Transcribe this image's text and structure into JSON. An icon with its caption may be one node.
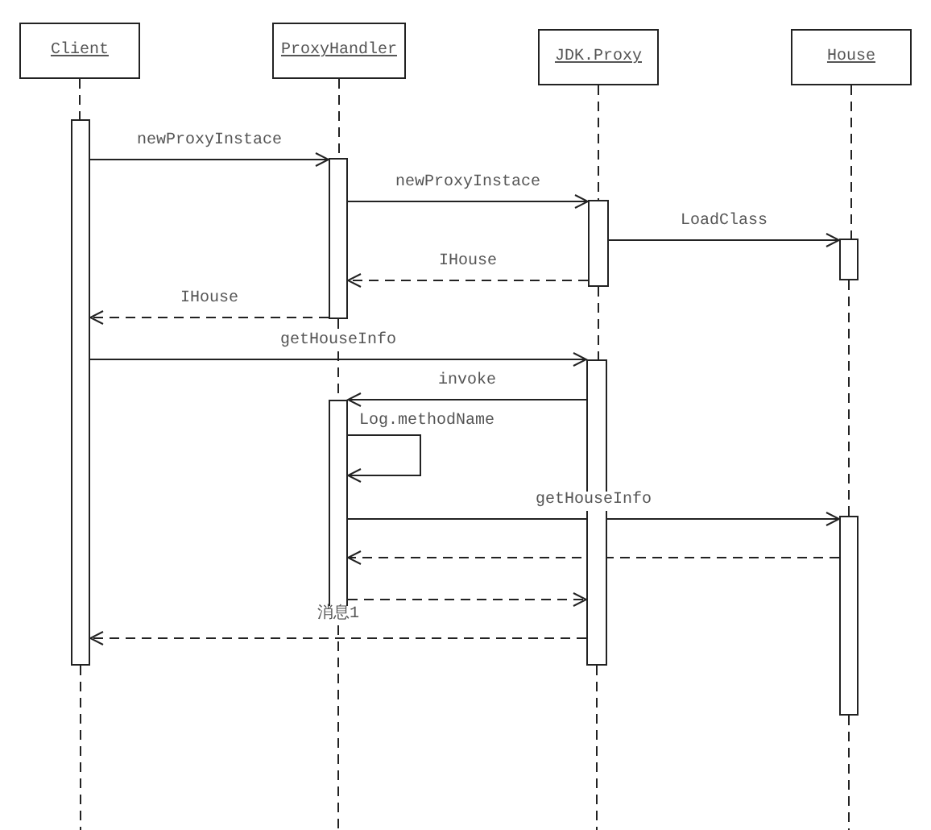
{
  "diagram": {
    "nodes": [
      {
        "text": [
          "Client"
        ]
      },
      {
        "text": [
          "ProxyHandler"
        ]
      },
      {
        "text": [
          "JDK.Proxy"
        ]
      },
      {
        "text": [
          "House"
        ]
      },
      {
        "text": [],
        "shape": "bar"
      },
      {
        "text": [],
        "shape": "bar"
      },
      {
        "text": [],
        "shape": "bar"
      },
      {
        "text": [],
        "shape": "bar"
      },
      {
        "text": [],
        "shape": "bar"
      },
      {
        "text": [],
        "shape": "bar"
      },
      {
        "text": [],
        "shape": "bar"
      }
    ],
    "edges": [
      {
        "from": 0,
        "to": 4,
        "arrow": "none",
        "style": "dashed"
      },
      {
        "from": 1,
        "to": 5,
        "arrow": "none",
        "style": "dashed"
      },
      {
        "from": 2,
        "to": 6,
        "arrow": "none",
        "style": "dashed"
      },
      {
        "from": 3,
        "to": 7,
        "arrow": "none",
        "style": "dashed"
      },
      {
        "from": 5,
        "to": 9,
        "arrow": "none",
        "style": "dashed"
      },
      {
        "from": 6,
        "to": 8,
        "arrow": "none",
        "style": "dashed"
      },
      {
        "from": 7,
        "to": 10,
        "arrow": "none",
        "style": "dashed"
      },
      {
        "from": 4,
        "to": null,
        "arrow": "none",
        "style": "dashed"
      },
      {
        "from": 9,
        "to": null,
        "arrow": "none",
        "style": "dashed"
      },
      {
        "from": 8,
        "to": null,
        "arrow": "none",
        "style": "dashed"
      },
      {
        "from": 10,
        "to": null,
        "arrow": "none",
        "style": "dashed"
      },
      {
        "from": 4,
        "to": 5,
        "arrow": "to",
        "label": "newProxyInstace"
      },
      {
        "from": 5,
        "to": 6,
        "arrow": "to",
        "label": "newProxyInstace"
      },
      {
        "from": 6,
        "to": 7,
        "arrow": "to",
        "label": "LoadClass"
      },
      {
        "from": 6,
        "to": 5,
        "arrow": "to",
        "style": "dashed",
        "label": "IHouse"
      },
      {
        "from": 5,
        "to": 4,
        "arrow": "to",
        "style": "dashed",
        "label": "IHouse"
      },
      {
        "from": 4,
        "to": 8,
        "arrow": "to",
        "label": "getHouseInfo"
      },
      {
        "from": 8,
        "to": 9,
        "arrow": "to",
        "label": "invoke"
      },
      {
        "from": 9,
        "to": 9,
        "arrow": "to",
        "label": "Log.methodName"
      },
      {
        "from": 9,
        "to": 10,
        "arrow": "to",
        "label": "getHouseInfo"
      },
      {
        "from": 10,
        "to": 9,
        "arrow": "to",
        "style": "dashed"
      },
      {
        "from": 9,
        "to": 8,
        "arrow": "to",
        "style": "dashed",
        "label": "消息1"
      },
      {
        "from": 8,
        "to": 4,
        "arrow": "to",
        "style": "dashed"
      }
    ]
  }
}
